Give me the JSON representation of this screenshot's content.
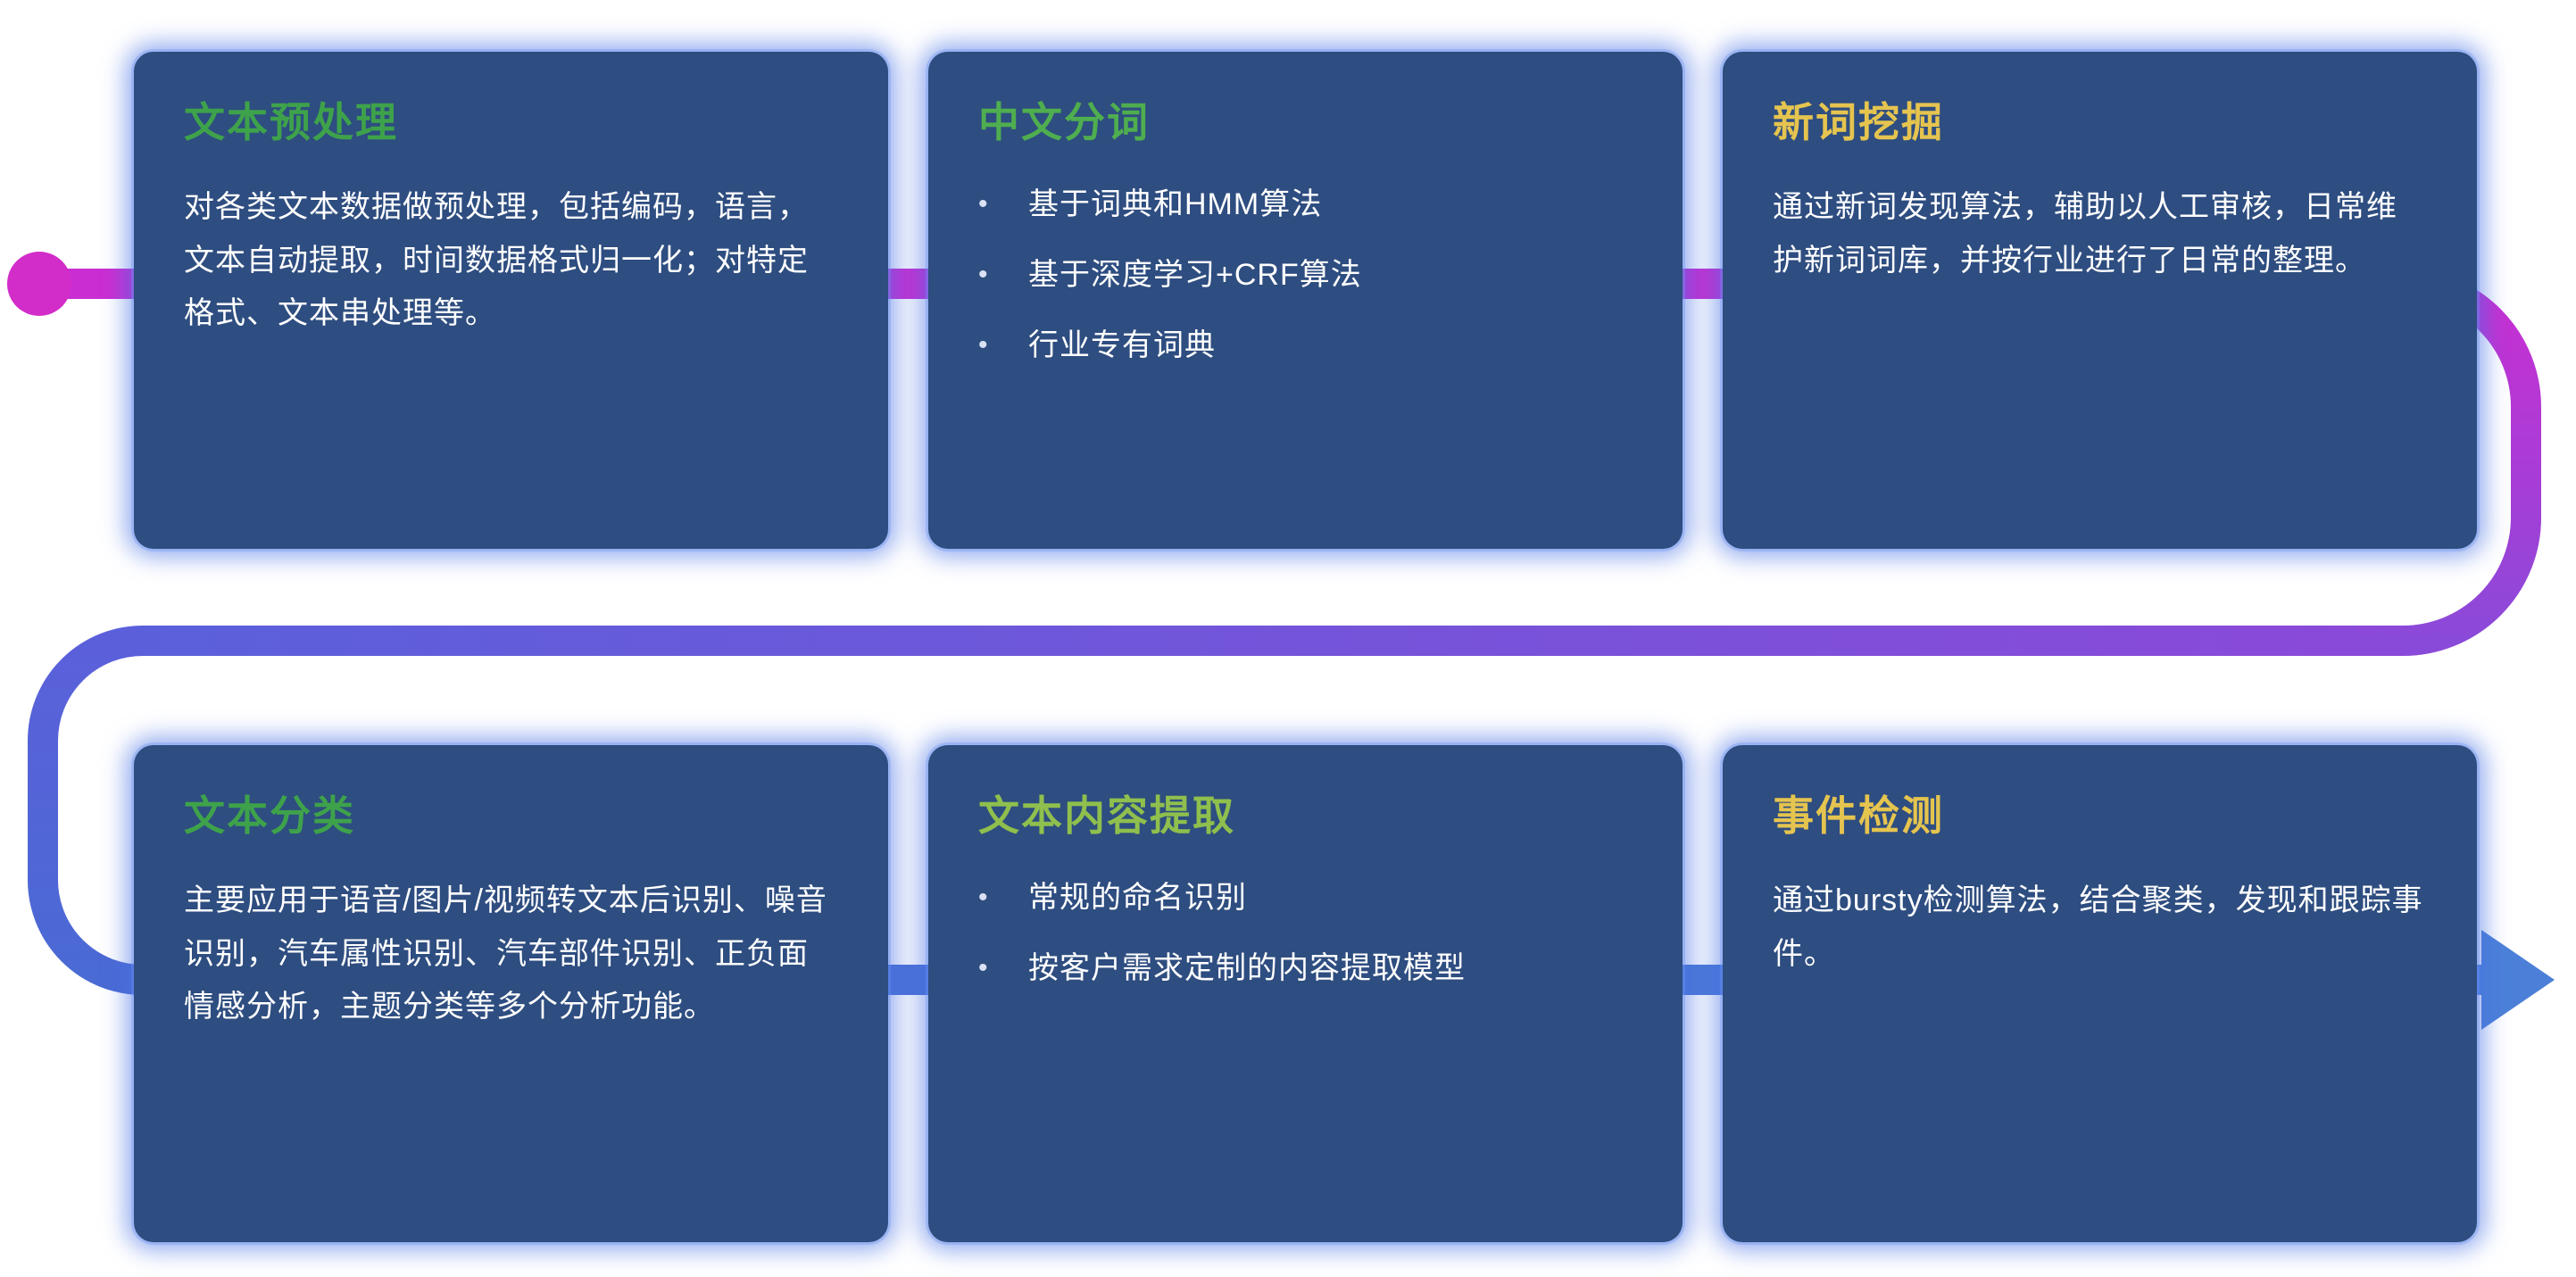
{
  "diagram": {
    "title": "NLP text processing pipeline",
    "flow": {
      "start_marker": "dot",
      "end_marker": "arrow-right",
      "order": [
        "文本预处理",
        "中文分词",
        "新词挖掘",
        "文本分类",
        "文本内容提取",
        "事件检测"
      ]
    }
  },
  "colors": {
    "background": "#ffffff",
    "card_bg": "#2e4d80",
    "card_glow": "#4872e4",
    "body_text": "#ffffff",
    "line_magenta": "#ca2ed2",
    "line_purple": "#8a4ad9",
    "line_indigo": "#5b60da",
    "line_blue": "#4a6ad4",
    "arrow_blue": "#4c80d8",
    "title_green": "#3ea24b",
    "title_yellow": "#e5c44f"
  },
  "cards": [
    {
      "id": "text-preprocessing",
      "title": "文本预处理",
      "title_color": "#3ea24b",
      "type": "paragraph",
      "body": "对各类文本数据做预处理，包括编码，语言，文本自动提取，时间数据格式归一化；对特定格式、文本串处理等。"
    },
    {
      "id": "chinese-word-segmentation",
      "title": "中文分词",
      "title_color": "#4fae4f",
      "type": "bullets",
      "bullets": [
        "基于词典和HMM算法",
        "基于深度学习+CRF算法",
        "行业专有词典"
      ]
    },
    {
      "id": "new-word-mining",
      "title": "新词挖掘",
      "title_color": "#e5c44f",
      "type": "paragraph",
      "body": "通过新词发现算法，辅助以人工审核，日常维护新词词库，并按行业进行了日常的整理。"
    },
    {
      "id": "text-classification",
      "title": "文本分类",
      "title_color": "#3ea24b",
      "type": "paragraph",
      "body": "主要应用于语音/图片/视频转文本后识别、噪音识别，汽车属性识别、汽车部件识别、正负面情感分析，主题分类等多个分析功能。"
    },
    {
      "id": "text-content-extraction",
      "title": "文本内容提取",
      "title_color": "#8fbf4d",
      "type": "bullets",
      "bullets": [
        "常规的命名识别",
        "按客户需求定制的内容提取模型"
      ]
    },
    {
      "id": "event-detection",
      "title": "事件检测",
      "title_color": "#e5c44f",
      "type": "paragraph",
      "body": "通过bursty检测算法，结合聚类，发现和跟踪事件。"
    }
  ]
}
